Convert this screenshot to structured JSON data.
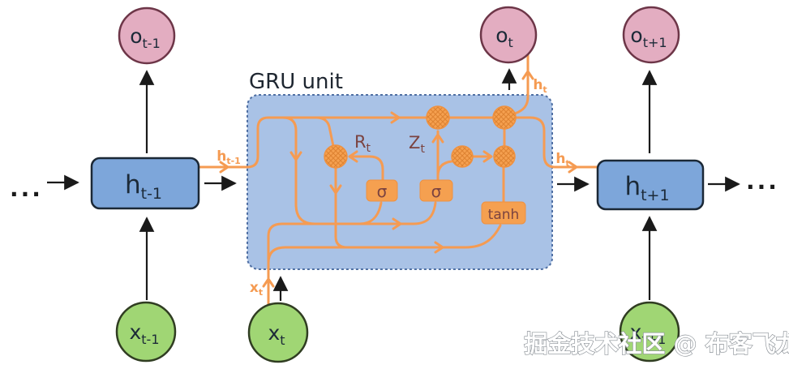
{
  "title": "GRU unit",
  "watermark": "掘金技术社区 @ 布客飞龙",
  "ellipsis_left": "...",
  "ellipsis_right": "...",
  "nodes": {
    "o_prev": {
      "base": "o",
      "sub": "t-1"
    },
    "o_cur": {
      "base": "o",
      "sub": "t"
    },
    "o_next": {
      "base": "o",
      "sub": "t+1"
    },
    "h_prev": {
      "base": "h",
      "sub": "t-1"
    },
    "h_next": {
      "base": "h",
      "sub": "t+1"
    },
    "x_prev": {
      "base": "x",
      "sub": "t-1"
    },
    "x_cur": {
      "base": "x",
      "sub": "t"
    },
    "x_next": {
      "base": "x",
      "sub": "t+1"
    }
  },
  "wire_labels": {
    "h_prev_in": {
      "base": "h",
      "sub": "t-1"
    },
    "x_cur_in": {
      "base": "x",
      "sub": "t"
    },
    "h_out_top": {
      "base": "h",
      "sub": "t"
    },
    "h_out_right": {
      "base": "h",
      "sub": "t"
    }
  },
  "gates": {
    "reset": {
      "base": "R",
      "sub": "t"
    },
    "update": {
      "base": "Z",
      "sub": "t"
    },
    "sigma_reset": "σ",
    "sigma_update": "σ",
    "tanh": "tanh"
  },
  "colors": {
    "wire_orange": "#f59b52",
    "gate_box_orange": "#f5a050",
    "gru_fill": "#a9c2e6",
    "gru_border": "#4f6fa3",
    "state_box_fill": "#7da6da",
    "state_box_border": "#1b2836",
    "output_circle_fill": "#e3adc1",
    "output_circle_border": "#6d3648",
    "input_circle_fill": "#a0d674",
    "input_circle_border": "#303d22",
    "gate_text": "#7b4340",
    "node_text": "#1c2a38",
    "arrow_black": "#1a1a1a",
    "watermark_fill": "#ffffff",
    "watermark_outline": "#8a9096"
  }
}
